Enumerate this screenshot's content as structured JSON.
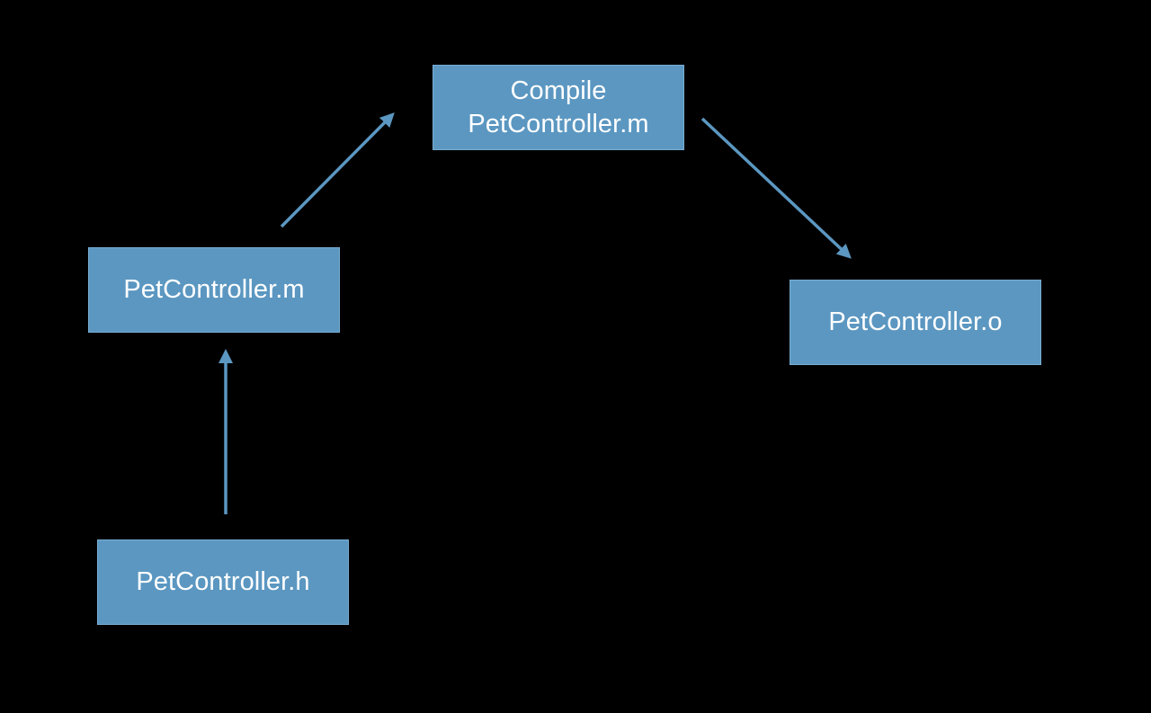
{
  "diagram": {
    "nodes": {
      "compile": {
        "line1": "Compile",
        "line2": "PetController.m"
      },
      "source_m": {
        "label": "PetController.m"
      },
      "object_o": {
        "label": "PetController.o"
      },
      "header_h": {
        "label": "PetController.h"
      }
    },
    "edges": [
      {
        "from": "PetController.h",
        "to": "PetController.m"
      },
      {
        "from": "PetController.m",
        "to": "Compile PetController.m"
      },
      {
        "from": "Compile PetController.m",
        "to": "PetController.o"
      }
    ],
    "colors": {
      "background": "#000000",
      "node_fill": "#5b97c1",
      "arrow": "#5b97c1",
      "text": "#ffffff"
    }
  }
}
